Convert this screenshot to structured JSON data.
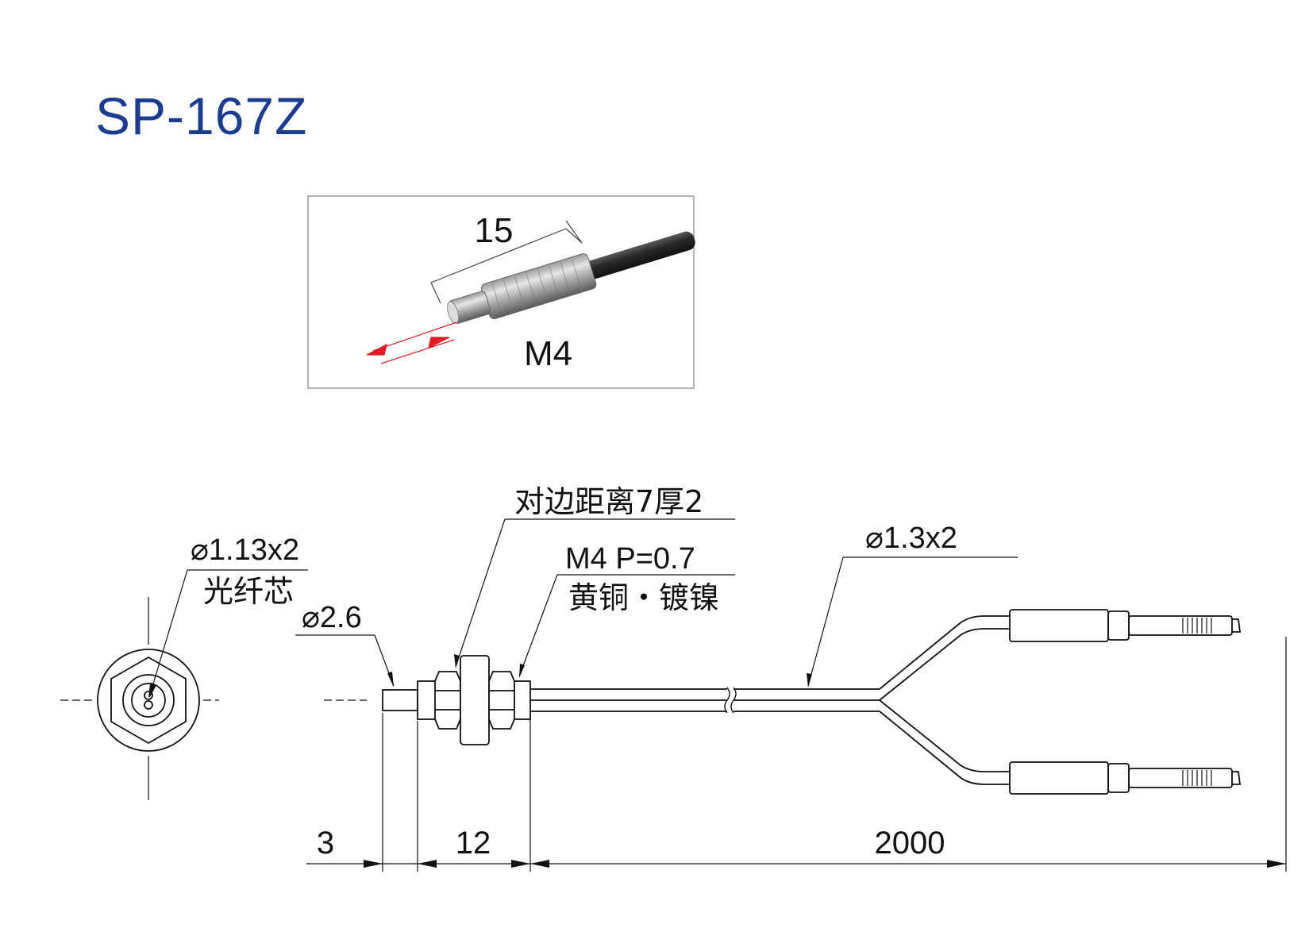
{
  "title": "SP-167Z",
  "photo": {
    "dim_length": "15",
    "thread_label": "M4"
  },
  "labels": {
    "fiber_core_dia": "⌀1.13x2",
    "fiber_core_text": "光纤芯",
    "tip_dia": "⌀2.6",
    "nut_spec": "对边距离7厚2",
    "thread_spec": "M4 P=0.7",
    "material": "黄铜・镀镍",
    "cable_dia": "⌀1.3x2"
  },
  "dimensions": {
    "tip_length": "3",
    "thread_length": "12",
    "cable_length": "2000"
  },
  "colors": {
    "title": "#1b3c8f",
    "arrow": "#e01c24",
    "line": "#111111"
  }
}
